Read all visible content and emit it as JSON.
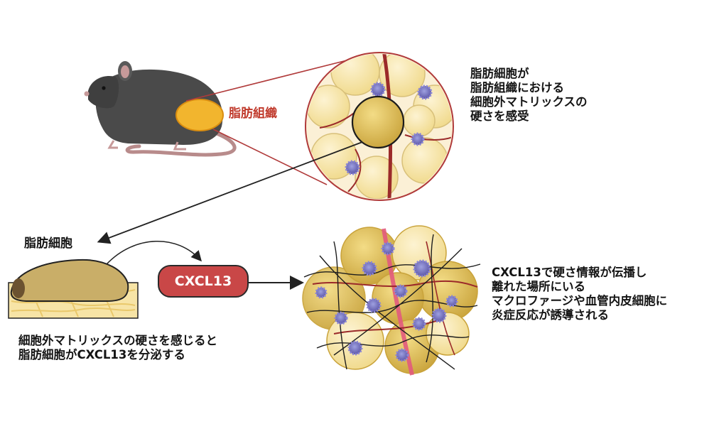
{
  "labels": {
    "adipose_tissue": "脂肪組織",
    "adipocyte": "脂肪細胞",
    "cytokine": "CXCL13"
  },
  "text_blocks": {
    "sense_stiffness": [
      "脂肪細胞が",
      "脂肪組織における",
      "細胞外マトリックスの",
      "硬さを感受"
    ],
    "secretion": [
      "細胞外マトリックスの硬さを感じると",
      "脂肪細胞がCXCL13を分泌する"
    ],
    "inflammation": [
      "CXCL13で硬さ情報が伝播し",
      "離れた場所にいる",
      "マクロファージや血管内皮細胞に",
      "炎症反応が誘導される"
    ]
  },
  "colors": {
    "accent_red": "#c0392b",
    "pill_red": "#c94747",
    "fat_yellow": "#f2b52e",
    "mouse_grey": "#4a4a4a",
    "adipocyte_tan": "#c9ae68",
    "macrophage_purple": "#7d77c4",
    "vessel_red": "#9b2a2a"
  },
  "icons": [
    "mouse-illustration",
    "adipose-zoom-circle",
    "adipocyte-cell",
    "inflamed-tissue-cluster",
    "macrophage-icon"
  ]
}
